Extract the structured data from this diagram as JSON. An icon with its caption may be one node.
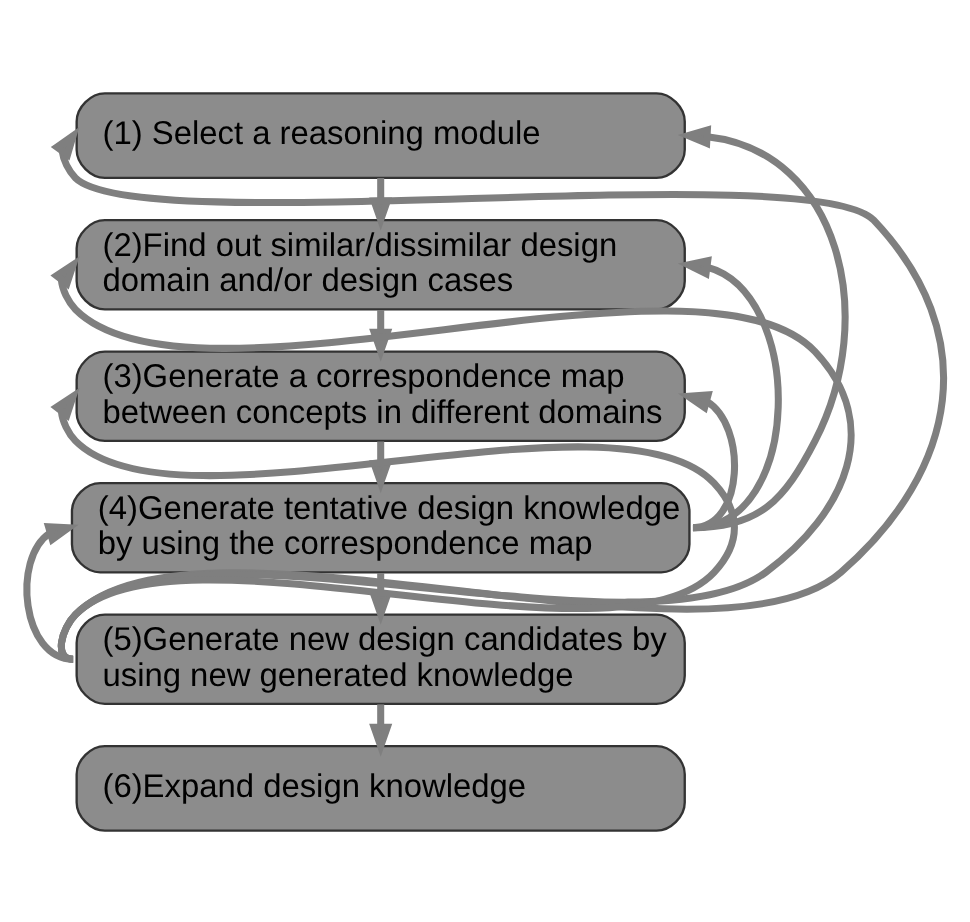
{
  "diagram": {
    "nodes": [
      {
        "text": [
          "(1) Select a reasoning module"
        ]
      },
      {
        "text": [
          "(2)Find out similar/dissimilar design domain and/or design cases"
        ]
      },
      {
        "text": [
          "(3)Generate a correspondence map between concepts in different domains"
        ]
      },
      {
        "text": [
          "(4)Generate tentative design knowledge by using the correspondence map"
        ]
      },
      {
        "text": [
          "(5)Generate new design candidates by using new generated knowledge"
        ]
      },
      {
        "text": [
          "(6)Expand design knowledge"
        ]
      }
    ],
    "edges": [
      {
        "from": 0,
        "to": 1,
        "arrow": "to"
      },
      {
        "from": 1,
        "to": 2,
        "arrow": "to"
      },
      {
        "from": 2,
        "to": 3,
        "arrow": "to"
      },
      {
        "from": 3,
        "to": 4,
        "arrow": "to"
      },
      {
        "from": 4,
        "to": 5,
        "arrow": "to"
      },
      {
        "from": 4,
        "to": 0,
        "arrow": "to"
      },
      {
        "from": 4,
        "to": 1,
        "arrow": "to"
      },
      {
        "from": 4,
        "to": 2,
        "arrow": "to"
      },
      {
        "from": 4,
        "to": 3,
        "arrow": "to"
      },
      {
        "from": 3,
        "to": 0,
        "arrow": "to"
      },
      {
        "from": 3,
        "to": 1,
        "arrow": "to"
      },
      {
        "from": 3,
        "to": 2,
        "arrow": "to"
      }
    ]
  }
}
